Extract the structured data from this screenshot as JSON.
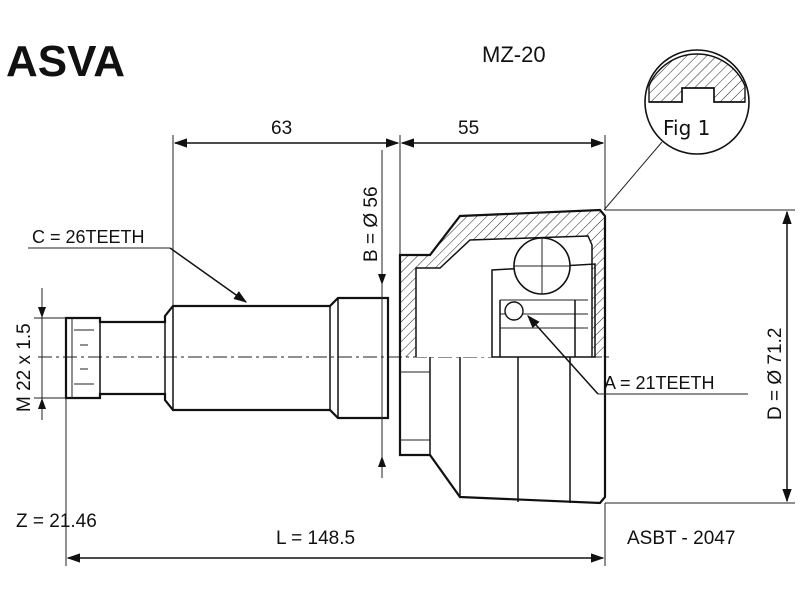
{
  "header": {
    "brand": "ASVA",
    "part_number": "MZ-20"
  },
  "figure": {
    "label": "Fig 1"
  },
  "dimensions": {
    "length_63": "63",
    "length_55": "55",
    "b_diameter": "B = Ø 56",
    "c_teeth": "C = 26TEETH",
    "m_thread": "M 22 x 1.5",
    "a_teeth": "A = 21TEETH",
    "d_diameter": "D = Ø 71.2",
    "z_value": "Z = 21.46",
    "l_length": "L = 148.5"
  },
  "footer": {
    "reference": "ASBT - 2047"
  },
  "colors": {
    "line": "#111111",
    "background": "#ffffff"
  }
}
